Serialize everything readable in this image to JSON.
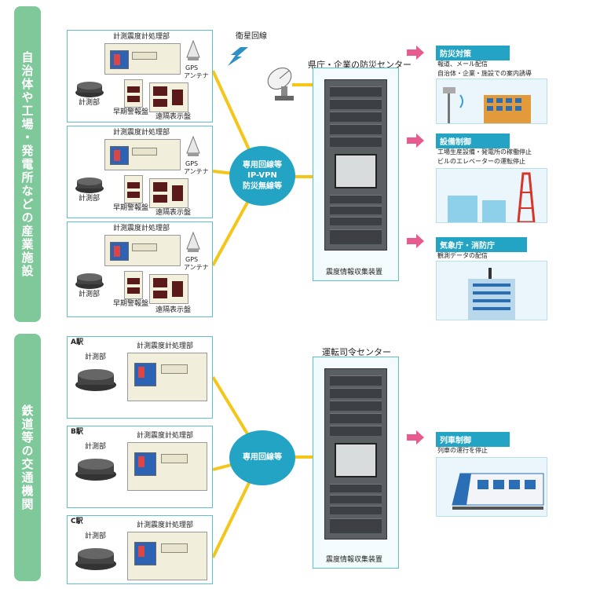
{
  "sidebar_top": "自治体や工場・発電所などの産業施設",
  "sidebar_bottom": "鉄道等の交通機関",
  "labels": {
    "processor": "計測震度計処理部",
    "sensor": "計測部",
    "early_warning": "早期警報盤",
    "remote_display": "遠隔表示盤",
    "gps_antenna_line1": "GPS",
    "gps_antenna_line2": "アンテナ",
    "satellite": "衛星回線"
  },
  "stations": [
    "A駅",
    "B駅",
    "C駅"
  ],
  "network_top": [
    "専用回線等",
    "IP-VPN",
    "防災無線等"
  ],
  "network_bottom": [
    "専用回線等"
  ],
  "center_top": {
    "title": "県庁・企業の防災センター",
    "rack_label": "震度情報収集装置"
  },
  "center_bottom": {
    "title": "運転司令センター",
    "rack_label": "震度情報収集装置"
  },
  "outcomes": [
    {
      "title": "防災対策",
      "desc": [
        "報道、メール配信",
        "自治体・企業・施設での案内誘導"
      ],
      "icon": "loudspeaker-building-illustration"
    },
    {
      "title": "設備制御",
      "desc": [
        "工場生産設備・発電所の稼働停止",
        "ビルのエレベーターの運転停止"
      ],
      "icon": "factory-tower-illustration"
    },
    {
      "title": "気象庁・消防庁",
      "desc": [
        "観測データの配信"
      ],
      "icon": "office-building-illustration"
    },
    {
      "title": "列車制御",
      "desc": [
        "列車の運行を停止"
      ],
      "icon": "train-illustration"
    }
  ],
  "colors": {
    "accent": "#23a4c4",
    "sidebar": "#7ec89a",
    "connector": "#f5c518",
    "arrow": "#e85a8e",
    "border": "#5ec0c8"
  }
}
